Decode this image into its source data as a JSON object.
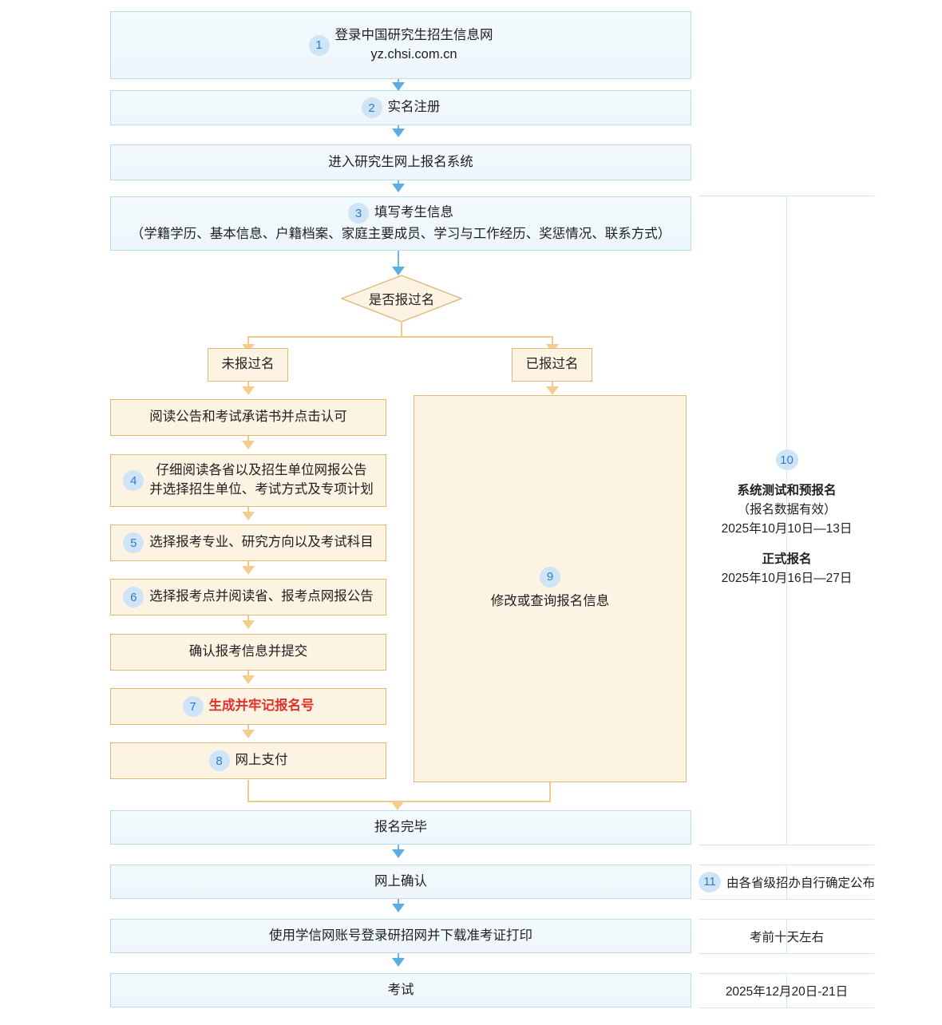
{
  "flow": {
    "nodes": [
      {
        "id": "n1",
        "badge": "1",
        "lines": [
          "登录中国研究生招生信息网",
          "yz.chsi.com.cn"
        ],
        "style": "blue"
      },
      {
        "id": "n2",
        "badge": "2",
        "lines": [
          "实名注册"
        ],
        "style": "blue"
      },
      {
        "id": "n3",
        "badge": "",
        "lines": [
          "进入研究生网上报名系统"
        ],
        "style": "blue"
      },
      {
        "id": "n4",
        "badge": "3",
        "lines": [
          "填写考生信息",
          "（学籍学历、基本信息、户籍档案、家庭主要成员、学习与工作经历、奖惩情况、联系方式）"
        ],
        "style": "blue"
      },
      {
        "id": "decision",
        "badge": "",
        "lines": [
          "是否报过名"
        ],
        "style": "diamond"
      },
      {
        "id": "branch_left",
        "badge": "",
        "lines": [
          "未报过名"
        ],
        "style": "orange"
      },
      {
        "id": "branch_right",
        "badge": "",
        "lines": [
          "已报过名"
        ],
        "style": "orange"
      },
      {
        "id": "o1",
        "badge": "",
        "lines": [
          "阅读公告和考试承诺书并点击认可"
        ],
        "style": "orange"
      },
      {
        "id": "o2",
        "badge": "4",
        "lines": [
          "仔细阅读各省以及招生单位网报公告",
          "并选择招生单位、考试方式及专项计划"
        ],
        "style": "orange"
      },
      {
        "id": "o3",
        "badge": "5",
        "lines": [
          "选择报考专业、研究方向以及考试科目"
        ],
        "style": "orange"
      },
      {
        "id": "o4",
        "badge": "6",
        "lines": [
          "选择报考点并阅读省、报考点网报公告"
        ],
        "style": "orange"
      },
      {
        "id": "o5",
        "badge": "",
        "lines": [
          "确认报考信息并提交"
        ],
        "style": "orange"
      },
      {
        "id": "o6",
        "badge": "7",
        "lines": [
          "生成并牢记报名号"
        ],
        "style": "orange",
        "emphasis": "red"
      },
      {
        "id": "o7",
        "badge": "8",
        "lines": [
          "网上支付"
        ],
        "style": "orange"
      },
      {
        "id": "big9",
        "badge": "9",
        "lines": [
          "修改或查询报名信息"
        ],
        "style": "orange"
      },
      {
        "id": "b1",
        "badge": "",
        "lines": [
          "报名完毕"
        ],
        "style": "blue"
      },
      {
        "id": "b2",
        "badge": "",
        "lines": [
          "网上确认"
        ],
        "style": "blue"
      },
      {
        "id": "b3",
        "badge": "",
        "lines": [
          "使用学信网账号登录研招网并下载准考证打印"
        ],
        "style": "blue"
      },
      {
        "id": "b4",
        "badge": "",
        "lines": [
          "考试"
        ],
        "style": "blue"
      }
    ]
  },
  "timeline": {
    "step10": {
      "badge": "10",
      "title_pre": "系统测试和预报名",
      "subtitle": "（报名数据有效）",
      "date_pre": "2025年10月10日—13日",
      "title_formal": "正式报名",
      "date_formal": "2025年10月16日—27日"
    },
    "rows": [
      {
        "badge": "11",
        "text": "由各省级招办自行确定公布"
      },
      {
        "badge": "",
        "text": "考前十天左右"
      },
      {
        "badge": "",
        "text": "2025年12月20日-21日"
      }
    ]
  },
  "colors": {
    "blue_fill": "#eff7fb",
    "blue_border": "#b9dcea",
    "orange_fill": "#fdf3e2",
    "orange_border": "#dfb978",
    "badge_bg": "#cfe4f7",
    "badge_text": "#2f7dc4",
    "arrow_blue": "#5aaee4",
    "arrow_orange": "#f3cc8e",
    "accent_red": "#e0322b"
  }
}
